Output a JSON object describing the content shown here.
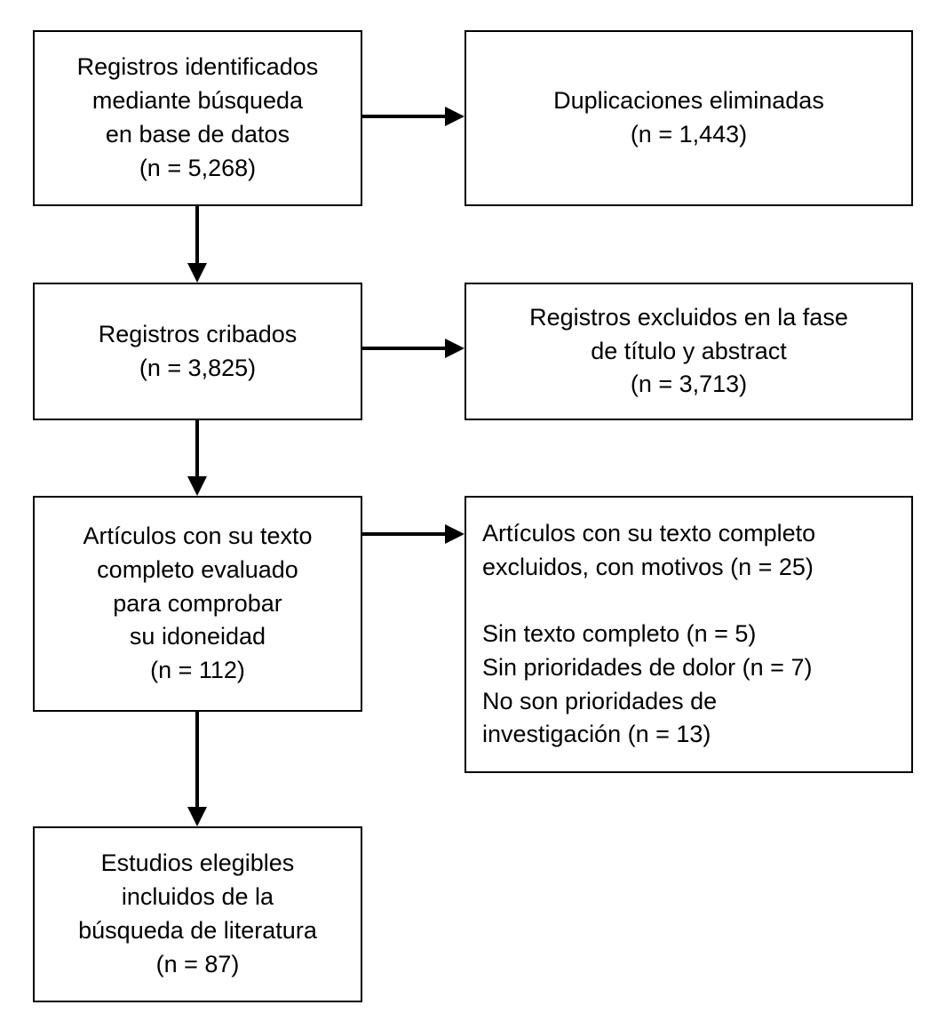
{
  "diagram": {
    "type": "prisma-flowchart",
    "colors": {
      "border": "#000000",
      "background": "#ffffff",
      "text": "#000000"
    },
    "boxes": {
      "identified": "Registros identificados\nmediante búsqueda\nen base de datos\n(n = 5,268)",
      "duplicates_removed": "Duplicaciones eliminadas\n(n = 1,443)",
      "screened": "Registros cribados\n(n = 3,825)",
      "excluded_title_abstract": "Registros excluidos en la fase\nde título y abstract\n(n = 3,713)",
      "fulltext_assessed": "Artículos con su texto\ncompleto evaluado\npara comprobar\nsu idoneidad\n(n = 112)",
      "fulltext_excluded": "Artículos con su texto completo\nexcluidos, con motivos (n = 25)\n\nSin texto completo (n = 5)\nSin prioridades de dolor (n = 7)\nNo son prioridades de\ninvestigación (n = 13)",
      "included": "Estudios elegibles\nincluidos de la\nbúsqueda de literatura\n(n = 87)"
    }
  }
}
